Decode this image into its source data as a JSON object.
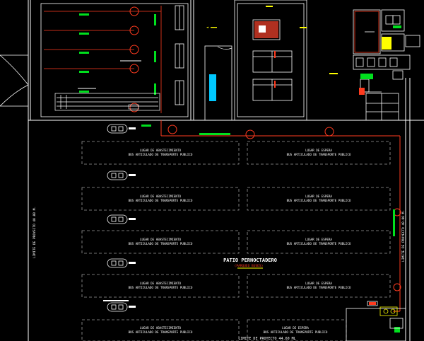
{
  "plan": {
    "bay_text_1": "LUGAR DE ABASTECIMIENTO",
    "bay_text_2": "BUS ARTICULADO DE TRANSPORTE PUBLICO",
    "wait_text_1": "LUGAR DE ESPERA",
    "wait_text_2": "BUS ARTICULADO DE TRANSPORTE PUBLICO",
    "yard_title": "PATIO PERNOCTADERO",
    "yard_subtitle": "(PARQUEO BUSES)",
    "limit_left": "LIMITE DE PROYECTO 40.00 M.",
    "limit_right": "LIMITE DE PROYECTO 40.00 M.",
    "limit_bottom": "LIMITE DE PROYECTO 44.60 ML"
  },
  "colors": {
    "wall": "#ffffff",
    "bay_dash": "#9a9a9a",
    "red_line": "#ff3b1f",
    "green": "#00e01e",
    "cyan": "#00c8ff",
    "yellow": "#ffff00",
    "orange": "#ff8c00",
    "dark_red": "#b03020"
  }
}
